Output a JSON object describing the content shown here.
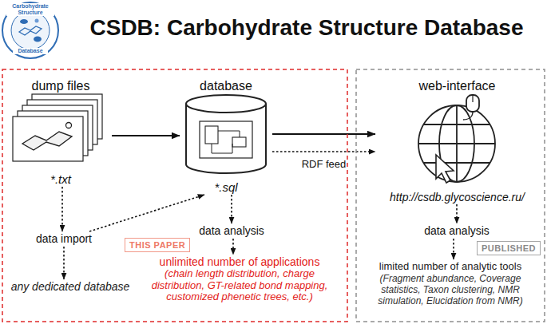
{
  "diagram": {
    "title": "CSDB: Carbohydrate Structure Database",
    "nodes": [
      {
        "text": [
          "THIS PAPER"
        ]
      },
      {
        "text": [
          "dump files",
          "*.txt"
        ],
        "in": 0
      },
      {
        "text": [
          "database",
          "*.sql"
        ],
        "in": 0
      },
      {
        "text": [
          "data import"
        ],
        "in": 0
      },
      {
        "text": [
          "any dedicated database"
        ],
        "in": 0
      },
      {
        "text": [
          "data analysis"
        ],
        "in": 0
      },
      {
        "text": [
          "unlimited number of applications",
          "(chain length distribution, charge distribution, GT-related bond mapping, customized phenetic trees, etc.)"
        ],
        "in": 0
      },
      {
        "text": [
          "PUBLISHED"
        ]
      },
      {
        "text": [
          "web-interface",
          "http://csdb.glycoscience.ru/"
        ],
        "in": 7
      },
      {
        "text": [
          "data analysis"
        ],
        "in": 7
      },
      {
        "text": [
          "limited number of analytic tools",
          "(Fragment abundance, Coverage statistics, Taxon clustering, NMR simulation, Elucidation from NMR)"
        ],
        "in": 7
      }
    ],
    "edges": [
      {
        "from": 1,
        "to": 2,
        "arrow": "to"
      },
      {
        "from": 1,
        "to": 3,
        "arrow": "to"
      },
      {
        "from": 3,
        "to": 4,
        "arrow": "to"
      },
      {
        "from": 3,
        "to": 2,
        "arrow": "to"
      },
      {
        "from": 2,
        "to": 5,
        "arrow": "to"
      },
      {
        "from": 5,
        "to": 6,
        "arrow": "to"
      },
      {
        "from": 2,
        "to": 8,
        "arrow": "to"
      },
      {
        "from": 2,
        "to": 8,
        "label": "RDF feed",
        "arrow": "to"
      },
      {
        "from": 8,
        "to": 9,
        "arrow": "to"
      },
      {
        "from": 9,
        "to": 10,
        "arrow": "to"
      }
    ],
    "labels": [
      "Carbohydrate Structure",
      "Database"
    ]
  }
}
